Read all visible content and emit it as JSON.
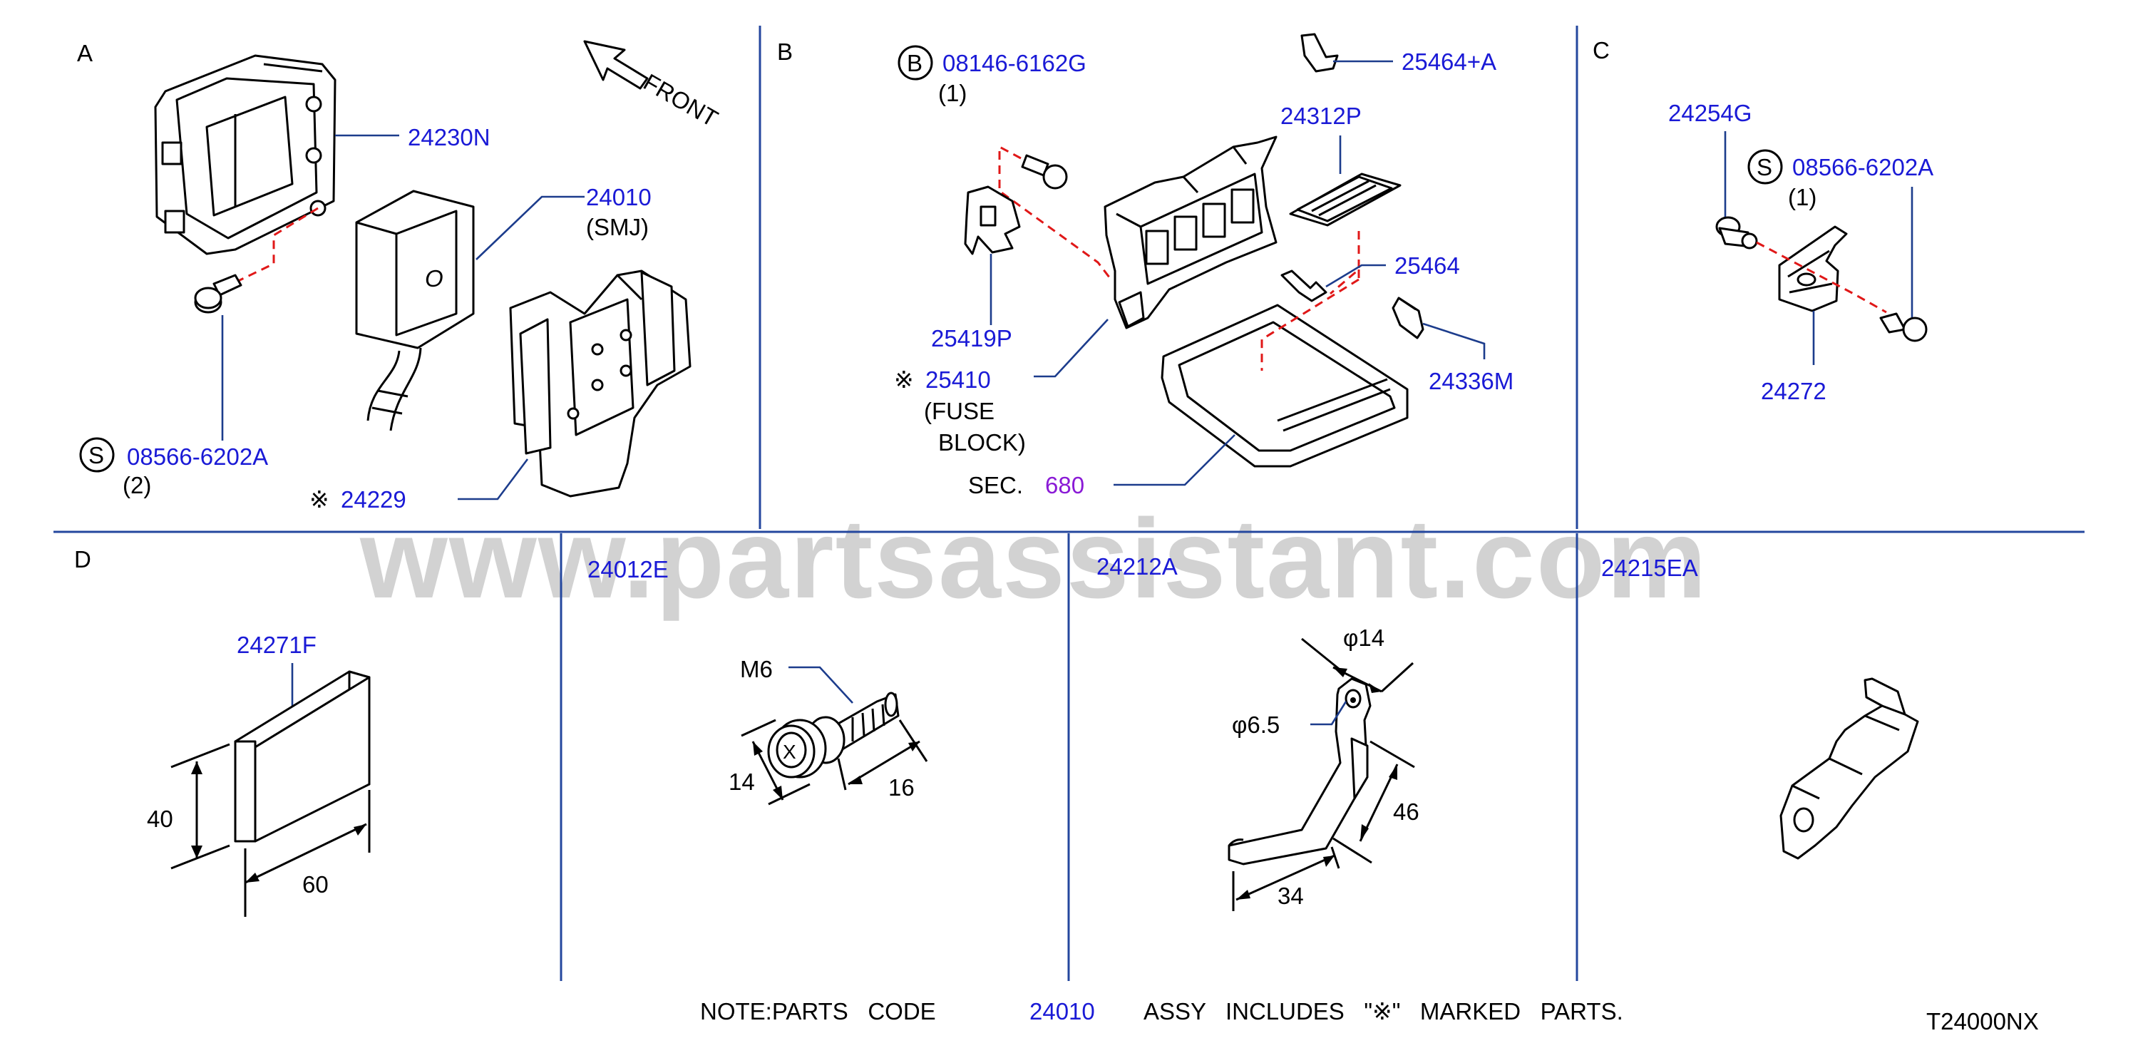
{
  "watermark": "www.partsassistant.com",
  "diagram_code": "T24000NX",
  "note": {
    "prefix": "NOTE:PARTS   CODE",
    "code": "24010",
    "suffix": "ASSY   INCLUDES   \"※\"   MARKED   PARTS."
  },
  "colors": {
    "part_number": "#1a1ad6",
    "section_ref": "#8a1ad6",
    "leader": "#1c3c8c",
    "hidden_line": "#e01818",
    "divider": "#24479e"
  },
  "section_a": {
    "letter": "A",
    "front_label": "FRONT",
    "p_24230n": "24230N",
    "p_24010": "24010",
    "p_24010_note": "(SMJ)",
    "s_badge": "S",
    "p_08566": "08566-6202A",
    "p_08566_qty": "(2)",
    "mark": "※",
    "p_24229": "24229"
  },
  "section_b": {
    "letter": "B",
    "b_badge": "B",
    "p_08146": "08146-6162G",
    "p_08146_qty": "(1)",
    "p_25464a": "25464+A",
    "p_24312p": "24312P",
    "p_25464": "25464",
    "p_25419p": "25419P",
    "mark": "※",
    "p_25410": "25410",
    "p_25410_note1": "(FUSE",
    "p_25410_note2": "BLOCK)",
    "p_24336m": "24336M",
    "sec_label": "SEC.",
    "sec_num": "680"
  },
  "section_c": {
    "letter": "C",
    "p_24254g": "24254G",
    "s_badge": "S",
    "p_08566": "08566-6202A",
    "p_08566_qty": "(1)",
    "p_24272": "24272"
  },
  "section_d": {
    "letter": "D",
    "p_24271f": "24271F",
    "dim_h": "40",
    "dim_w": "60"
  },
  "section_e": {
    "title": "24012E",
    "thread": "M6",
    "dim_head": "14",
    "dim_len": "16"
  },
  "section_f": {
    "title": "24212A",
    "dim_phi14": "φ14",
    "dim_phi65": "φ6.5",
    "dim_46": "46",
    "dim_34": "34"
  },
  "section_g": {
    "title": "24215EA"
  }
}
